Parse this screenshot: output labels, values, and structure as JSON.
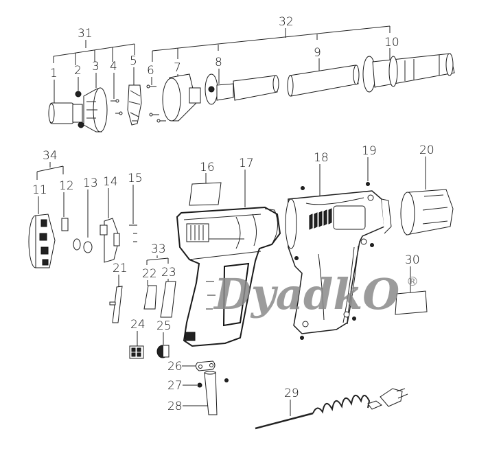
{
  "diagram": {
    "title": "Heat gun exploded parts diagram",
    "watermark": "DyadkO",
    "registered_mark": "®",
    "groups": [
      {
        "label": "31",
        "members": [
          "1",
          "2",
          "3",
          "4",
          "5"
        ]
      },
      {
        "label": "32",
        "members": [
          "6",
          "7",
          "8",
          "9",
          "10"
        ]
      },
      {
        "label": "33",
        "members": [
          "22",
          "23"
        ]
      },
      {
        "label": "34",
        "members": [
          "11",
          "12"
        ]
      }
    ],
    "parts": [
      {
        "label": "1"
      },
      {
        "label": "2"
      },
      {
        "label": "3"
      },
      {
        "label": "4"
      },
      {
        "label": "5"
      },
      {
        "label": "6"
      },
      {
        "label": "7"
      },
      {
        "label": "8"
      },
      {
        "label": "9"
      },
      {
        "label": "10"
      },
      {
        "label": "11"
      },
      {
        "label": "12"
      },
      {
        "label": "13"
      },
      {
        "label": "14"
      },
      {
        "label": "15"
      },
      {
        "label": "16"
      },
      {
        "label": "17"
      },
      {
        "label": "18"
      },
      {
        "label": "19"
      },
      {
        "label": "20"
      },
      {
        "label": "21"
      },
      {
        "label": "22"
      },
      {
        "label": "23"
      },
      {
        "label": "24"
      },
      {
        "label": "25"
      },
      {
        "label": "26"
      },
      {
        "label": "27"
      },
      {
        "label": "28"
      },
      {
        "label": "29"
      },
      {
        "label": "30"
      }
    ],
    "colors": {
      "line": "#1a1a1a",
      "watermark": "#8a8a8a",
      "background": "#ffffff"
    }
  }
}
